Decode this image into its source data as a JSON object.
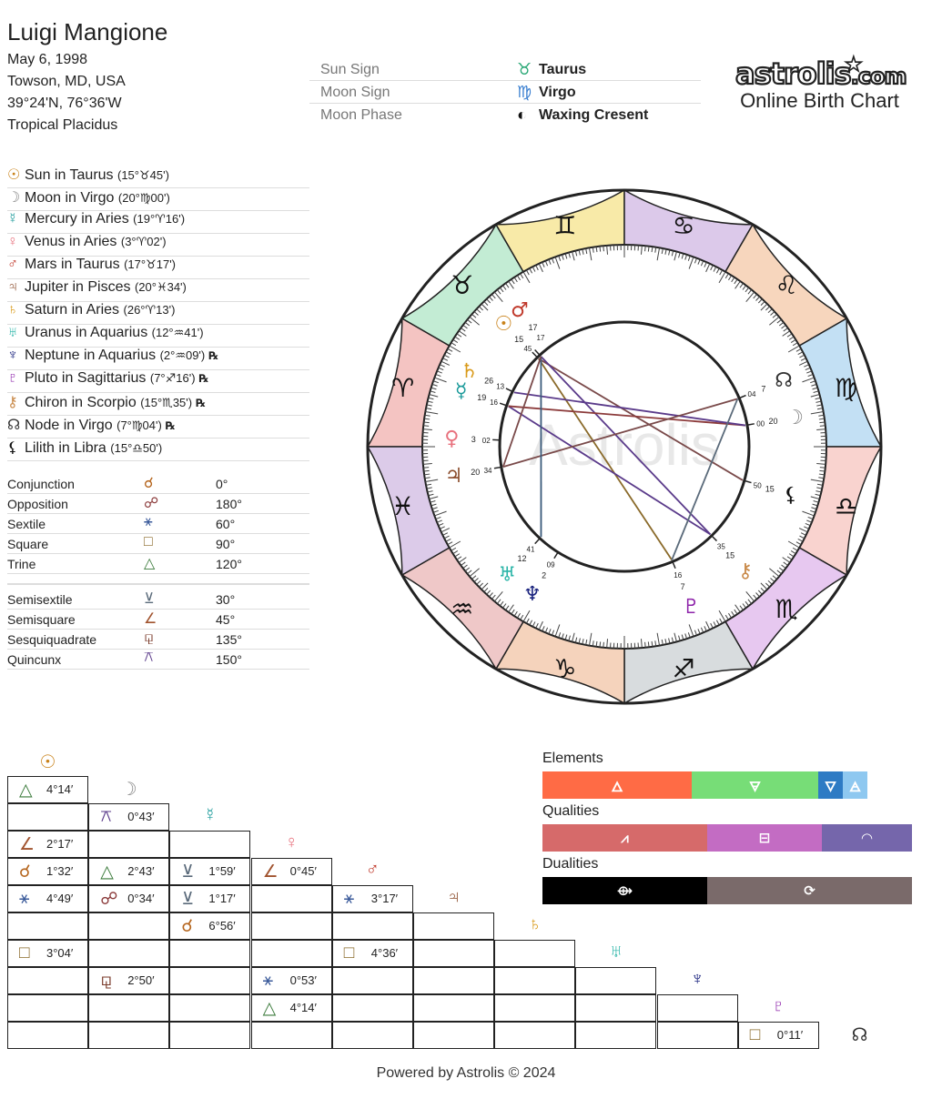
{
  "person": {
    "name": "Luigi Mangione",
    "date": "May 6, 1998",
    "place": "Towson, MD, USA",
    "coords": "39°24'N, 76°36'W",
    "system": "Tropical Placidus"
  },
  "summary": [
    {
      "label": "Sun Sign",
      "symbol": "♉",
      "value": "Taurus",
      "color": "#2aa876"
    },
    {
      "label": "Moon Sign",
      "symbol": "♍",
      "value": "Virgo",
      "color": "#3a7fd0"
    },
    {
      "label": "Moon Phase",
      "symbol": "◐",
      "value": "Waxing Cresent",
      "color": "#111111"
    }
  ],
  "logo": {
    "main": "astrolis",
    "suffix": ".com",
    "subtitle": "Online Birth Chart"
  },
  "planets": [
    {
      "glyph": "☉",
      "color": "#c9821a",
      "text": "Sun in Taurus",
      "pos": "(15°♉45')",
      "retro": ""
    },
    {
      "glyph": "☽",
      "color": "#888888",
      "text": "Moon in Virgo",
      "pos": "(20°♍00')",
      "retro": ""
    },
    {
      "glyph": "☿",
      "color": "#1a9a9a",
      "text": "Mercury in Aries",
      "pos": "(19°♈16')",
      "retro": ""
    },
    {
      "glyph": "♀",
      "color": "#e8737f",
      "text": "Venus in Aries",
      "pos": "(3°♈02')",
      "retro": ""
    },
    {
      "glyph": "♂",
      "color": "#c0392b",
      "text": "Mars in Taurus",
      "pos": "(17°♉17')",
      "retro": ""
    },
    {
      "glyph": "♃",
      "color": "#8a4b2a",
      "text": "Jupiter in Pisces",
      "pos": "(20°♓34')",
      "retro": ""
    },
    {
      "glyph": "♄",
      "color": "#d99a1a",
      "text": "Saturn in Aries",
      "pos": "(26°♈13')",
      "retro": ""
    },
    {
      "glyph": "♅",
      "color": "#2bb5a8",
      "text": "Uranus in Aquarius",
      "pos": "(12°♒41')",
      "retro": ""
    },
    {
      "glyph": "♆",
      "color": "#1a237e",
      "text": "Neptune in Aquarius",
      "pos": "(2°♒09')",
      "retro": "℞"
    },
    {
      "glyph": "♇",
      "color": "#8e24aa",
      "text": "Pluto in Sagittarius",
      "pos": "(7°♐16')",
      "retro": "℞"
    },
    {
      "glyph": "⚷",
      "color": "#c98a4a",
      "text": "Chiron in Scorpio",
      "pos": "(15°♏35')",
      "retro": "℞"
    },
    {
      "glyph": "☊",
      "color": "#333333",
      "text": "Node in Virgo",
      "pos": "(7°♍04')",
      "retro": "℞"
    },
    {
      "glyph": "⚸",
      "color": "#111111",
      "text": "Lilith in Libra",
      "pos": "(15°♎50')",
      "retro": ""
    }
  ],
  "aspects_major": [
    {
      "label": "Conjunction",
      "glyph": "☌",
      "color": "#b5651d",
      "angle": "0°"
    },
    {
      "label": "Opposition",
      "glyph": "☍",
      "color": "#8b3a3a",
      "angle": "180°"
    },
    {
      "label": "Sextile",
      "glyph": "⚹",
      "color": "#3a5a9a",
      "angle": "60°"
    },
    {
      "label": "Square",
      "glyph": "□",
      "color": "#8a6a2a",
      "angle": "90°"
    },
    {
      "label": "Trine",
      "glyph": "△",
      "color": "#3a7a3a",
      "angle": "120°"
    }
  ],
  "aspects_minor": [
    {
      "label": "Semisextile",
      "glyph": "⊻",
      "color": "#5a6a7a",
      "angle": "30°"
    },
    {
      "label": "Semisquare",
      "glyph": "∠",
      "color": "#a0522d",
      "angle": "45°"
    },
    {
      "label": "Sesquiquadrate",
      "glyph": "⚼",
      "color": "#7a3a2a",
      "angle": "135°"
    },
    {
      "label": "Quincunx",
      "glyph": "⚻",
      "color": "#5a3a8a",
      "angle": "150°"
    }
  ],
  "aspect_grid": {
    "planets": [
      {
        "glyph": "☉",
        "color": "#c9821a"
      },
      {
        "glyph": "☽",
        "color": "#888888"
      },
      {
        "glyph": "☿",
        "color": "#1a9a9a"
      },
      {
        "glyph": "♀",
        "color": "#e8737f"
      },
      {
        "glyph": "♂",
        "color": "#c0392b"
      },
      {
        "glyph": "♃",
        "color": "#8a4b2a"
      },
      {
        "glyph": "♄",
        "color": "#d99a1a"
      },
      {
        "glyph": "♅",
        "color": "#2bb5a8"
      },
      {
        "glyph": "♆",
        "color": "#1a237e"
      },
      {
        "glyph": "♇",
        "color": "#8e24aa"
      },
      {
        "glyph": "☊",
        "color": "#333333"
      }
    ],
    "cells": [
      {
        "row": 1,
        "col": 0,
        "glyph": "△",
        "color": "#3a7a3a",
        "orb": "4°14′"
      },
      {
        "row": 2,
        "col": 1,
        "glyph": "⚻",
        "color": "#5a3a8a",
        "orb": "0°43′"
      },
      {
        "row": 3,
        "col": 0,
        "glyph": "∠",
        "color": "#a0522d",
        "orb": "2°17′"
      },
      {
        "row": 4,
        "col": 0,
        "glyph": "☌",
        "color": "#b5651d",
        "orb": "1°32′"
      },
      {
        "row": 4,
        "col": 1,
        "glyph": "△",
        "color": "#3a7a3a",
        "orb": "2°43′"
      },
      {
        "row": 4,
        "col": 2,
        "glyph": "⊻",
        "color": "#5a6a7a",
        "orb": "1°59′"
      },
      {
        "row": 4,
        "col": 3,
        "glyph": "∠",
        "color": "#a0522d",
        "orb": "0°45′"
      },
      {
        "row": 5,
        "col": 0,
        "glyph": "⚹",
        "color": "#3a5a9a",
        "orb": "4°49′"
      },
      {
        "row": 5,
        "col": 1,
        "glyph": "☍",
        "color": "#8b3a3a",
        "orb": "0°34′"
      },
      {
        "row": 5,
        "col": 2,
        "glyph": "⊻",
        "color": "#5a6a7a",
        "orb": "1°17′"
      },
      {
        "row": 5,
        "col": 4,
        "glyph": "⚹",
        "color": "#3a5a9a",
        "orb": "3°17′"
      },
      {
        "row": 6,
        "col": 2,
        "glyph": "☌",
        "color": "#b5651d",
        "orb": "6°56′"
      },
      {
        "row": 7,
        "col": 0,
        "glyph": "□",
        "color": "#8a6a2a",
        "orb": "3°04′"
      },
      {
        "row": 7,
        "col": 4,
        "glyph": "□",
        "color": "#8a6a2a",
        "orb": "4°36′"
      },
      {
        "row": 8,
        "col": 1,
        "glyph": "⚼",
        "color": "#7a3a2a",
        "orb": "2°50′"
      },
      {
        "row": 8,
        "col": 3,
        "glyph": "⚹",
        "color": "#3a5a9a",
        "orb": "0°53′"
      },
      {
        "row": 9,
        "col": 3,
        "glyph": "△",
        "color": "#3a7a3a",
        "orb": "4°14′"
      },
      {
        "row": 10,
        "col": 9,
        "glyph": "□",
        "color": "#8a6a2a",
        "orb": "0°11′"
      }
    ]
  },
  "distributions": {
    "elements": {
      "title": "Elements",
      "segments": [
        {
          "name": "Fire",
          "share": 0.39,
          "color": "#ff6b45",
          "glyph": "🜂"
        },
        {
          "name": "Earth",
          "share": 0.33,
          "color": "#77dd77",
          "glyph": "🜃"
        },
        {
          "name": "Water",
          "share": 0.065,
          "color": "#2e7bc4",
          "glyph": "🜄"
        },
        {
          "name": "Air",
          "share": 0.065,
          "color": "#8ec8f0",
          "glyph": "🜁"
        }
      ]
    },
    "qualities": {
      "title": "Qualities",
      "segments": [
        {
          "name": "Cardinal",
          "share": 0.43,
          "color": "#d66a6a",
          "glyph": "⩘"
        },
        {
          "name": "Fixed",
          "share": 0.3,
          "color": "#c36cc3",
          "glyph": "⊟"
        },
        {
          "name": "Mutable",
          "share": 0.235,
          "color": "#7566ab",
          "glyph": "◠"
        }
      ]
    },
    "dualities": {
      "title": "Dualities",
      "segments": [
        {
          "name": "Yang",
          "share": 0.43,
          "color": "#000000",
          "glyph": "⟴"
        },
        {
          "name": "Yin",
          "share": 0.535,
          "color": "#7a6a6a",
          "glyph": "⟳"
        }
      ]
    }
  },
  "chart_data": {
    "type": "natal-wheel",
    "watermark": "Astrolis",
    "zodiac_order_clockwise_from_left": [
      "Aries",
      "Taurus",
      "Gemini",
      "Cancer",
      "Leo",
      "Virgo",
      "Libra",
      "Scorpio",
      "Sagittarius",
      "Capricorn",
      "Aquarius",
      "Pisces"
    ],
    "signs": [
      {
        "name": "Aries",
        "glyph": "♈",
        "color": "#f4c4c2"
      },
      {
        "name": "Taurus",
        "glyph": "♉",
        "color": "#c3ecd4"
      },
      {
        "name": "Gemini",
        "glyph": "♊",
        "color": "#f8eaa8"
      },
      {
        "name": "Cancer",
        "glyph": "♋",
        "color": "#dcc9ea"
      },
      {
        "name": "Leo",
        "glyph": "♌",
        "color": "#f7d6bd"
      },
      {
        "name": "Virgo",
        "glyph": "♍",
        "color": "#c3e0f4"
      },
      {
        "name": "Libra",
        "glyph": "♎",
        "color": "#f9d3cf"
      },
      {
        "name": "Scorpio",
        "glyph": "♏",
        "color": "#e7c8f0"
      },
      {
        "name": "Sagittarius",
        "glyph": "♐",
        "color": "#d8dcde"
      },
      {
        "name": "Capricorn",
        "glyph": "♑",
        "color": "#f5d3bc"
      },
      {
        "name": "Aquarius",
        "glyph": "♒",
        "color": "#efc8c8"
      },
      {
        "name": "Pisces",
        "glyph": "♓",
        "color": "#dccbe9"
      }
    ],
    "bodies": [
      {
        "name": "Sun",
        "glyph": "☉",
        "color": "#c9821a",
        "sign": "Taurus",
        "deg": "15",
        "min": "45",
        "lon": 45.75
      },
      {
        "name": "Moon",
        "glyph": "☽",
        "color": "#888888",
        "sign": "Virgo",
        "deg": "20",
        "min": "00",
        "lon": 170.0
      },
      {
        "name": "Mercury",
        "glyph": "☿",
        "color": "#1a9a9a",
        "sign": "Aries",
        "deg": "19",
        "min": "16",
        "lon": 19.27
      },
      {
        "name": "Venus",
        "glyph": "♀",
        "color": "#e8737f",
        "sign": "Aries",
        "deg": "3",
        "min": "02",
        "lon": 3.03
      },
      {
        "name": "Mars",
        "glyph": "♂",
        "color": "#c0392b",
        "sign": "Taurus",
        "deg": "17",
        "min": "17",
        "lon": 47.28
      },
      {
        "name": "Jupiter",
        "glyph": "♃",
        "color": "#8a4b2a",
        "sign": "Pisces",
        "deg": "20",
        "min": "34",
        "lon": 350.57
      },
      {
        "name": "Saturn",
        "glyph": "♄",
        "color": "#d99a1a",
        "sign": "Aries",
        "deg": "26",
        "min": "13",
        "lon": 26.22
      },
      {
        "name": "Uranus",
        "glyph": "♅",
        "color": "#2bb5a8",
        "sign": "Aquarius",
        "deg": "12",
        "min": "41",
        "lon": 312.68
      },
      {
        "name": "Neptune",
        "glyph": "♆",
        "color": "#1a237e",
        "sign": "Aquarius",
        "deg": "2",
        "min": "09",
        "lon": 302.15
      },
      {
        "name": "Pluto",
        "glyph": "♇",
        "color": "#8e24aa",
        "sign": "Sagittarius",
        "deg": "7",
        "min": "16",
        "lon": 247.27
      },
      {
        "name": "Chiron",
        "glyph": "⚷",
        "color": "#c98a4a",
        "sign": "Scorpio",
        "deg": "15",
        "min": "35",
        "lon": 225.58
      },
      {
        "name": "Node",
        "glyph": "☊",
        "color": "#333333",
        "sign": "Virgo",
        "deg": "7",
        "min": "04",
        "lon": 157.07
      },
      {
        "name": "Lilith",
        "glyph": "⚸",
        "color": "#111111",
        "sign": "Libra",
        "deg": "15",
        "min": "50",
        "lon": 195.83
      }
    ],
    "aspect_lines": [
      {
        "from": "Sun",
        "to": "Pluto",
        "color": "#8a6a2a"
      },
      {
        "from": "Sun",
        "to": "Lilith",
        "color": "#7a4a4a"
      },
      {
        "from": "Mercury",
        "to": "Chiron",
        "color": "#5a3a8a"
      },
      {
        "from": "Mars",
        "to": "Chiron",
        "color": "#5a3a8a"
      },
      {
        "from": "Mercury",
        "to": "Moon",
        "color": "#8b3a3a"
      },
      {
        "from": "Saturn",
        "to": "Moon",
        "color": "#5a3a8a"
      },
      {
        "from": "Jupiter",
        "to": "Node",
        "color": "#7a4a4a"
      },
      {
        "from": "Uranus",
        "to": "Mars",
        "color": "#3a5a7a"
      },
      {
        "from": "Jupiter",
        "to": "Mars",
        "color": "#7a4a4a"
      },
      {
        "from": "Pluto",
        "to": "Node",
        "color": "#5a6a7a"
      }
    ]
  },
  "footer": "Powered by Astrolis © 2024"
}
